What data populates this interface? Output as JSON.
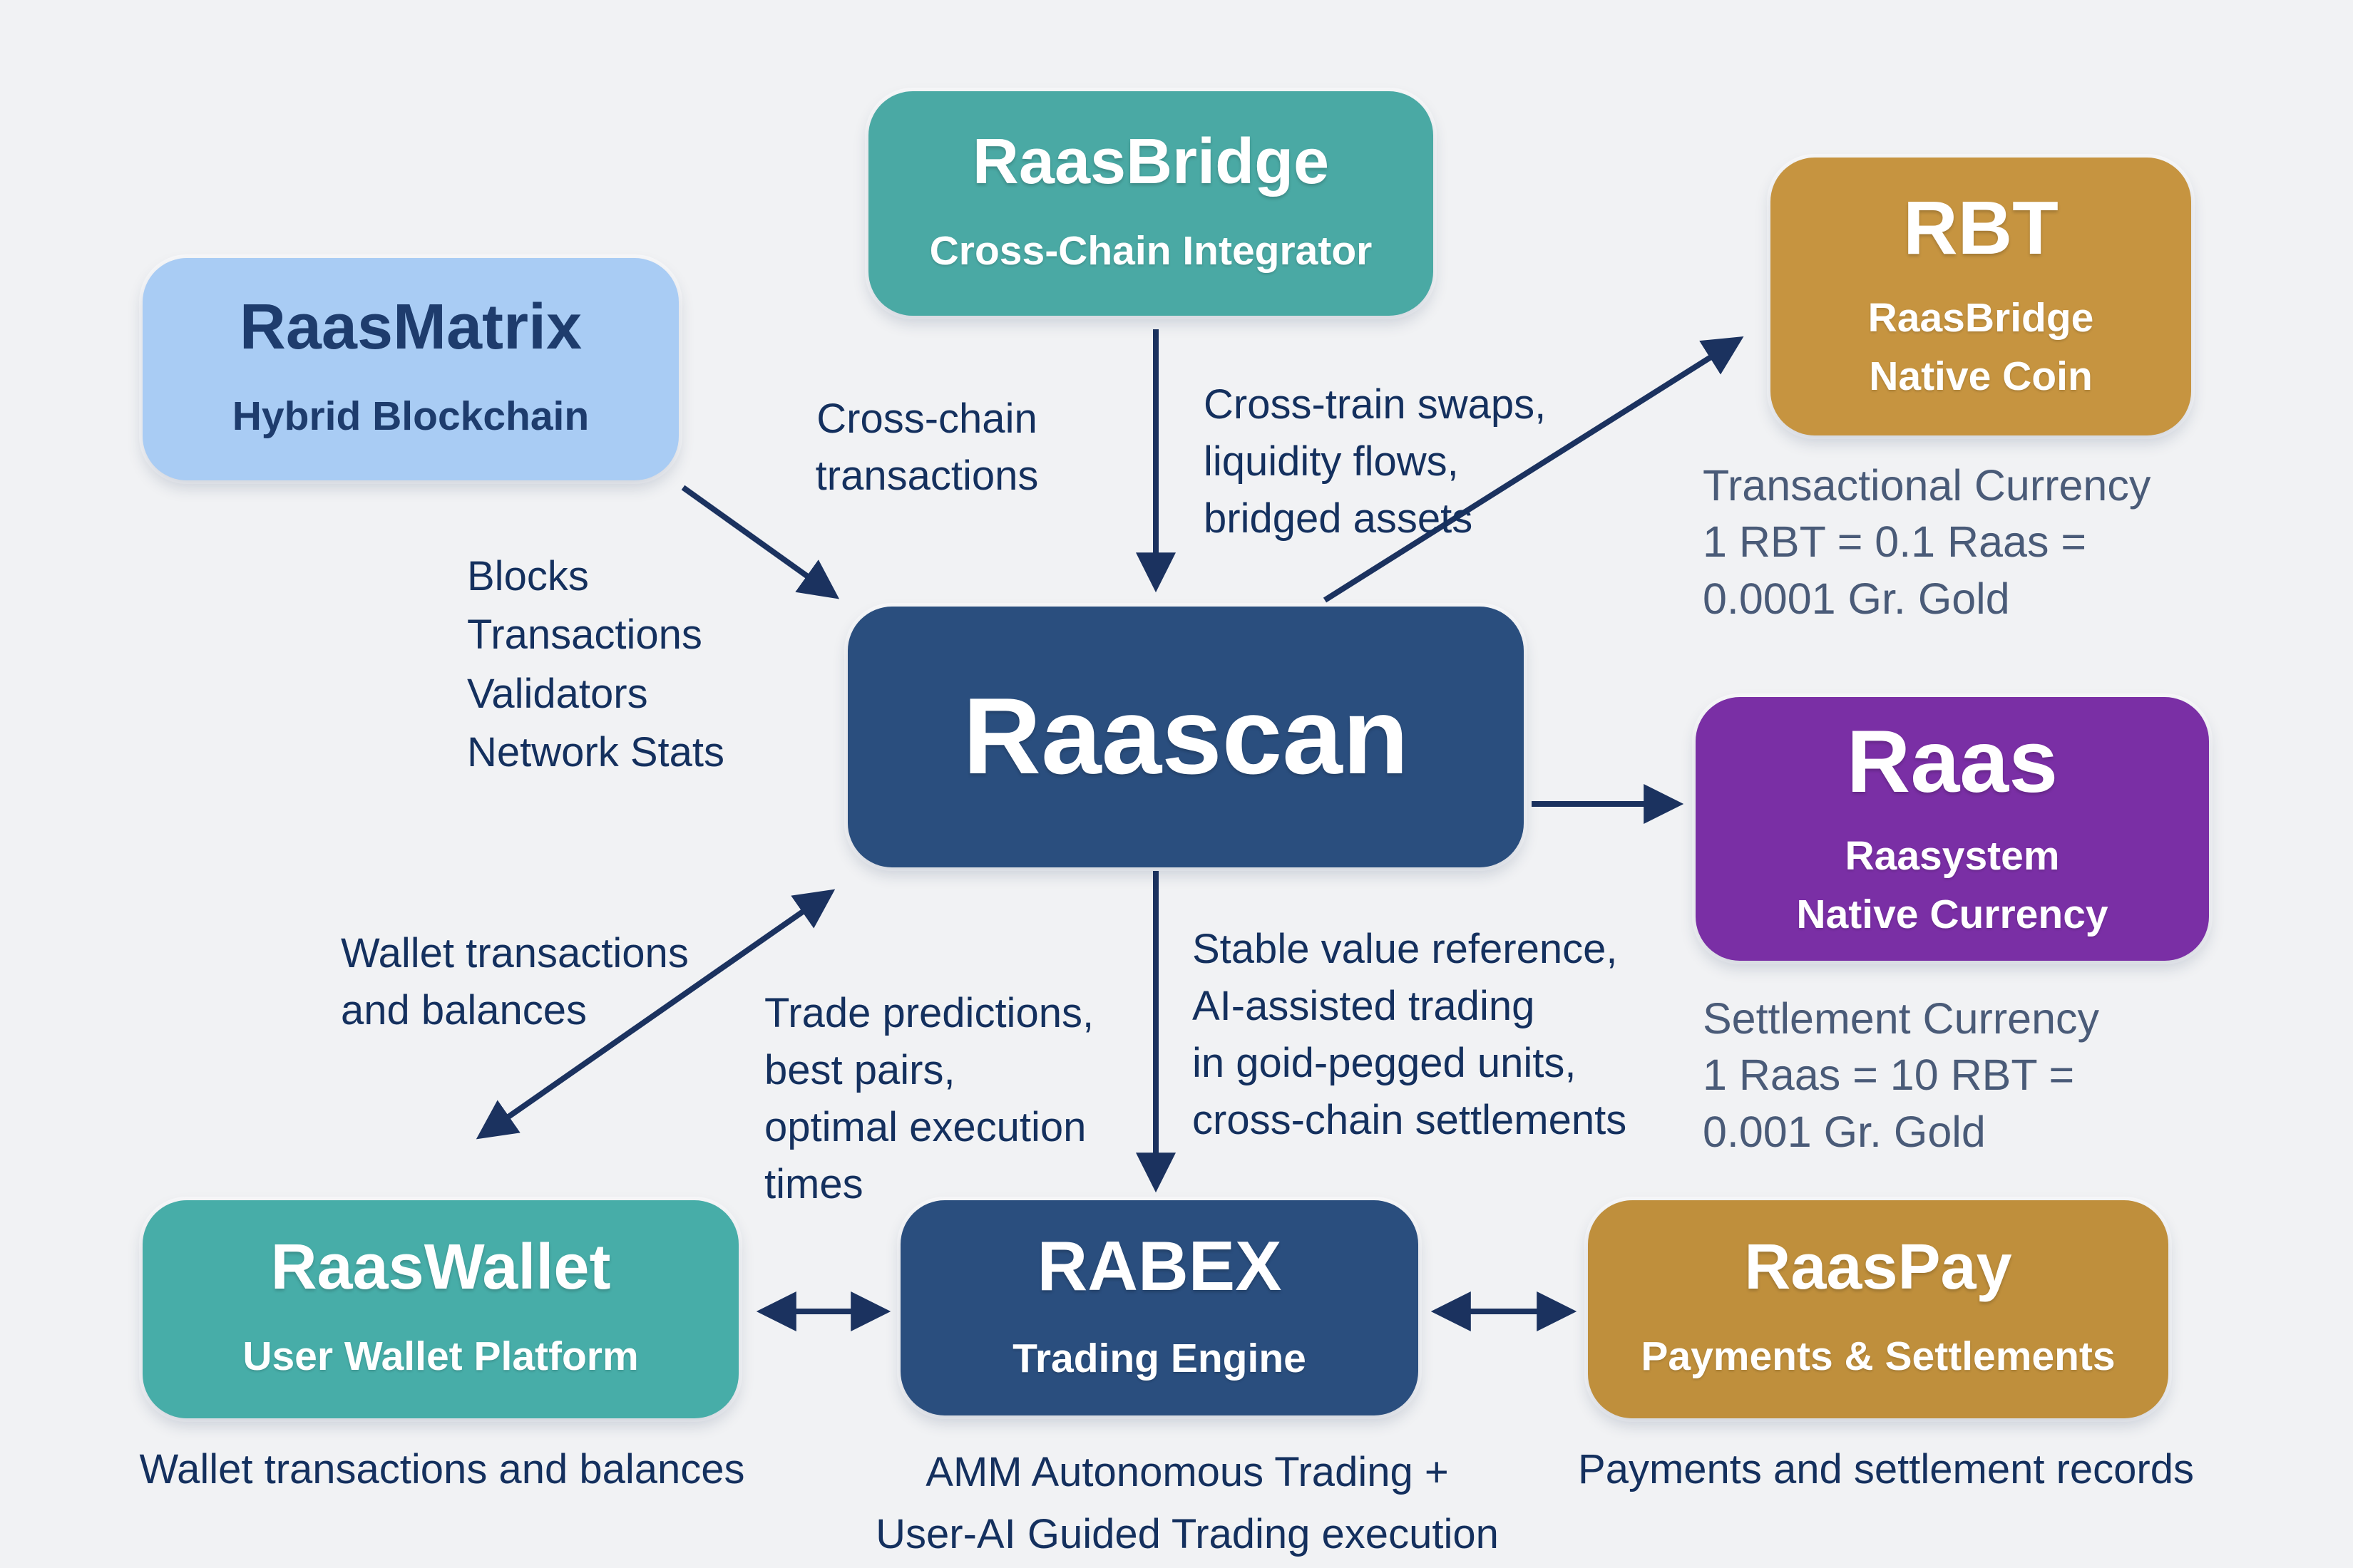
{
  "title": "Raas ecosystem diagram",
  "colors": {
    "background": "#f1f2f4",
    "teal": "#4aa9a4",
    "teal_wallet": "#47ada8",
    "light_blue": "#a9ccf4",
    "gold": "#c69440",
    "gold_pay": "#bf8f3c",
    "navy_box": "#2a4e7e",
    "purple": "#7a2fa5",
    "arrow": "#1b325f",
    "label_text": "#14305e",
    "note_text": "#4a5b78"
  },
  "nodes": {
    "raasbridge": {
      "title": "RaasBridge",
      "subtitle": "Cross-Chain Integrator"
    },
    "raasmatrix": {
      "title": "RaasMatrix",
      "subtitle": "Hybrid Blockchain"
    },
    "rbt": {
      "title": "RBT",
      "subtitle_lines": [
        "RaasBridge",
        "Native Coin"
      ]
    },
    "raascan": {
      "title": "Raascan"
    },
    "raas": {
      "title": "Raas",
      "subtitle_lines": [
        "Raasystem",
        "Native Currency"
      ]
    },
    "raaswallet": {
      "title": "RaasWallet",
      "subtitle": "User Wallet Platform"
    },
    "rabex": {
      "title": "RABEX",
      "subtitle": "Trading Engine"
    },
    "raaspay": {
      "title": "RaasPay",
      "subtitle": "Payments & Settlements"
    }
  },
  "labels": {
    "cross_chain": {
      "lines": [
        "Cross-chain",
        "transactions"
      ]
    },
    "cross_train": {
      "lines": [
        "Cross-train swaps,",
        "liquidity flows,",
        "bridged assets"
      ]
    },
    "matrix_feeds": {
      "lines": [
        "Blocks",
        "Transactions",
        "Validators",
        "Network Stats"
      ]
    },
    "rbt_note": {
      "lines": [
        "Transactional Currency",
        "1 RBT = 0.1 Raas =",
        "0.0001 Gr. Gold"
      ]
    },
    "raas_note": {
      "lines": [
        "Settlement Currency",
        "1 Raas = 10 RBT =",
        "0.001 Gr. Gold"
      ]
    },
    "wallet_tx": {
      "lines": [
        "Wallet transactions",
        "and balances"
      ]
    },
    "trade_pred": {
      "lines": [
        "Trade predictions,",
        "best pairs,",
        "optimal execution",
        "times"
      ]
    },
    "stable_value": {
      "lines": [
        "Stable value reference,",
        "AI-assisted trading",
        "in goid-pegged units,",
        "cross-chain settlements"
      ]
    },
    "wallet_caption": {
      "lines": [
        "Wallet transactions and balances"
      ]
    },
    "rabex_caption": {
      "lines": [
        "AMM Autonomous Trading +",
        "User-AI Guided Trading execution"
      ]
    },
    "raaspay_caption": {
      "lines": [
        "Payments and settlement records"
      ]
    }
  }
}
